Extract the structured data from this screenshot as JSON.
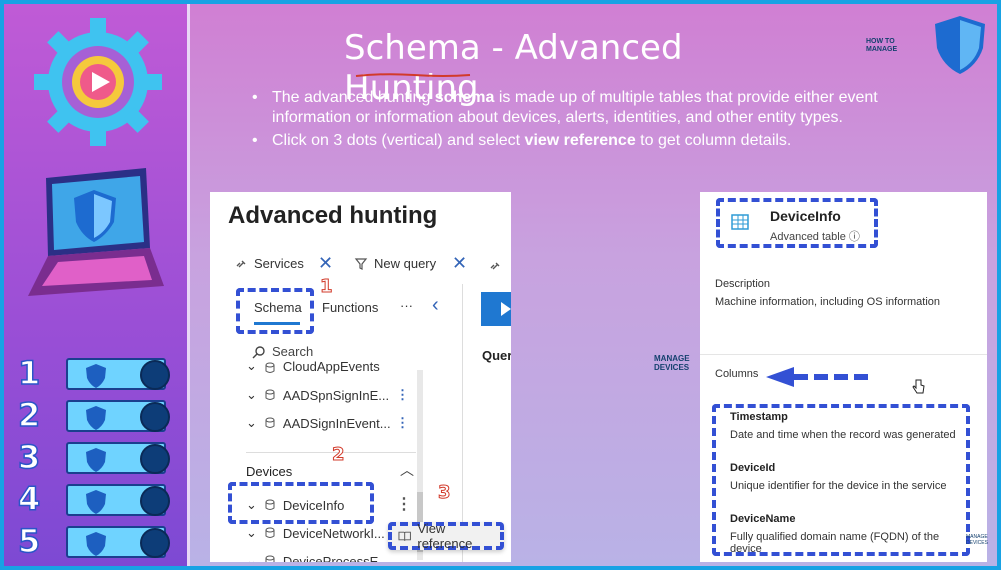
{
  "slide": {
    "title": "Schema - Advanced Hunting",
    "bullet1": {
      "pre": "The advanced hunting ",
      "bold": "schema",
      "post": " is made up of multiple tables that provide either event information or information about devices, alerts, identities, and other entity types."
    },
    "bullet2": {
      "pre": "Click on 3 dots (vertical) and select ",
      "bold": "view reference",
      "post": " to get column details."
    },
    "logo_text": {
      "line1": "HOW TO",
      "line2": "MANAGE",
      "line3": "DEVICES"
    }
  },
  "steps": [
    "1",
    "2",
    "3",
    "4",
    "5"
  ],
  "left_panel": {
    "title": "Advanced hunting",
    "toolbar": {
      "services": "Services",
      "new_query": "New query"
    },
    "tabs": {
      "schema": "Schema",
      "functions": "Functions",
      "more": "···"
    },
    "search_placeholder": "Search",
    "query_label": "Quer",
    "tables_top": [
      "CloudAppEvents",
      "AADSpnSignInE...",
      "AADSignInEvent..."
    ],
    "section_devices": "Devices",
    "tables_devices": [
      "DeviceInfo",
      "DeviceNetworkI...",
      "DeviceProcessE..."
    ],
    "context_menu": {
      "view_reference": "View reference"
    },
    "annotations": [
      "1",
      "2",
      "3"
    ]
  },
  "right_panel": {
    "table_name": "DeviceInfo",
    "table_type": "Advanced table",
    "description_label": "Description",
    "description_text": "Machine information, including OS information",
    "columns_label": "Columns",
    "columns": [
      {
        "name": "Timestamp",
        "desc": "Date and time when the record was generated"
      },
      {
        "name": "DeviceId",
        "desc": "Unique identifier for the device in the service"
      },
      {
        "name": "DeviceName",
        "desc": "Fully qualified domain name (FQDN) of the device"
      }
    ]
  },
  "colors": {
    "accent_blue": "#3350d4",
    "annotation_red": "#d23a2a",
    "run_button": "#1f78d1"
  }
}
